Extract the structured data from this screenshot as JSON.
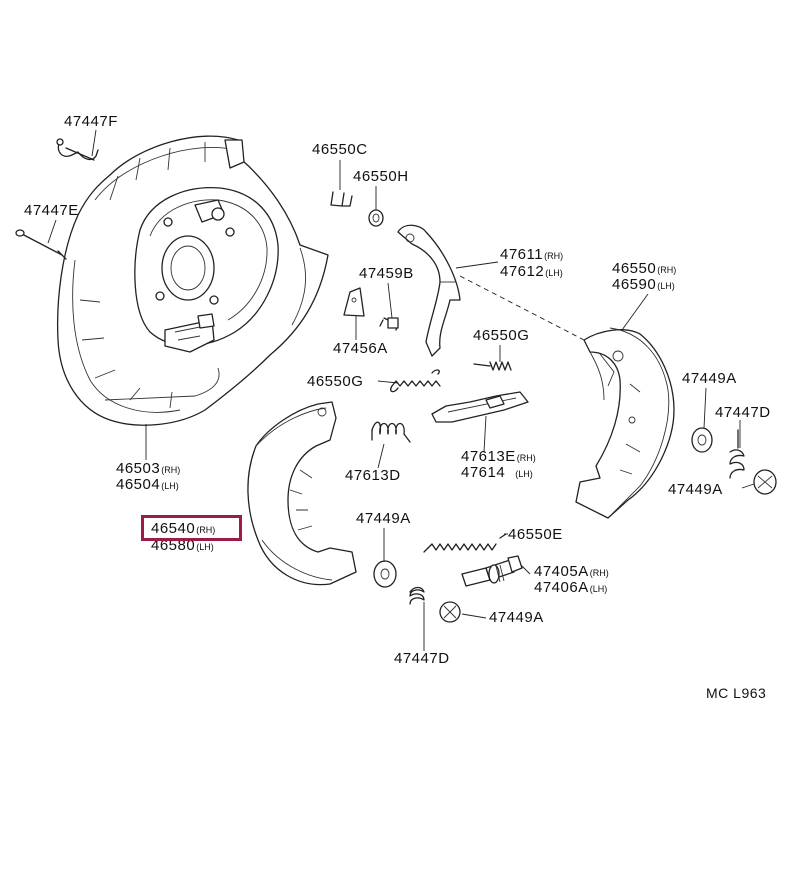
{
  "highlight_color": "#9b1b4b",
  "diagram_code": "MC L963",
  "parts": [
    {
      "id": "p1",
      "number": "47447F",
      "side": ""
    },
    {
      "id": "p2",
      "number": "47447E",
      "side": ""
    },
    {
      "id": "p3",
      "number": "46550C",
      "side": ""
    },
    {
      "id": "p4",
      "number": "46550H",
      "side": ""
    },
    {
      "id": "p5",
      "number": "47611",
      "side": "(RH)"
    },
    {
      "id": "p6",
      "number": "47612",
      "side": "(LH)"
    },
    {
      "id": "p7",
      "number": "46550",
      "side": "(RH)"
    },
    {
      "id": "p8",
      "number": "46590",
      "side": "(LH)"
    },
    {
      "id": "p9",
      "number": "47459B",
      "side": ""
    },
    {
      "id": "p10",
      "number": "47456A",
      "side": ""
    },
    {
      "id": "p11",
      "number": "46550G",
      "side": ""
    },
    {
      "id": "p12",
      "number": "46550G",
      "side": ""
    },
    {
      "id": "p13",
      "number": "47449A",
      "side": ""
    },
    {
      "id": "p14",
      "number": "47447D",
      "side": ""
    },
    {
      "id": "p15",
      "number": "47613E",
      "side": "(RH)"
    },
    {
      "id": "p16",
      "number": "47614",
      "side": "(LH)"
    },
    {
      "id": "p17",
      "number": "47613D",
      "side": ""
    },
    {
      "id": "p18",
      "number": "46503",
      "side": "(RH)"
    },
    {
      "id": "p19",
      "number": "46504",
      "side": "(LH)"
    },
    {
      "id": "p20",
      "number": "47449A",
      "side": ""
    },
    {
      "id": "p21",
      "number": "46540",
      "side": "(RH)"
    },
    {
      "id": "p22",
      "number": "46580",
      "side": "(LH)"
    },
    {
      "id": "p23",
      "number": "47449A",
      "side": ""
    },
    {
      "id": "p24",
      "number": "46550E",
      "side": ""
    },
    {
      "id": "p25",
      "number": "47405A",
      "side": "(RH)"
    },
    {
      "id": "p26",
      "number": "47406A",
      "side": "(LH)"
    },
    {
      "id": "p27",
      "number": "47449A",
      "side": ""
    },
    {
      "id": "p28",
      "number": "47447D",
      "side": ""
    }
  ]
}
